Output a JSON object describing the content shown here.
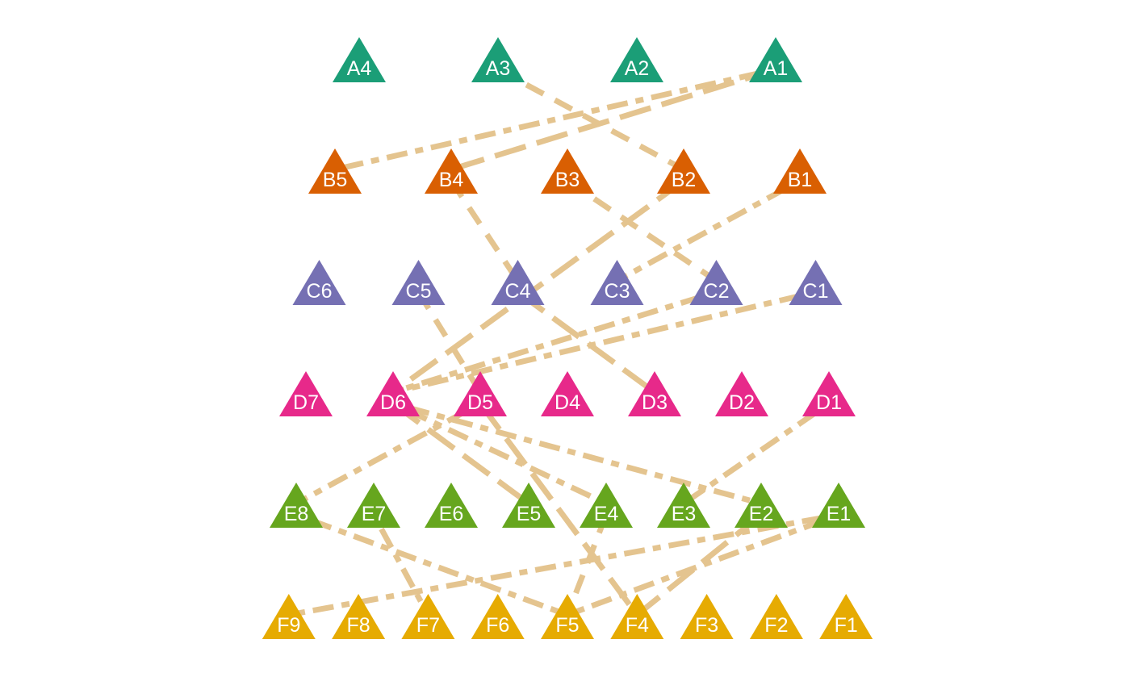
{
  "layers": [
    {
      "name": "A",
      "color": "#1b9e77",
      "nodes": [
        "A4",
        "A3",
        "A2",
        "A1"
      ]
    },
    {
      "name": "B",
      "color": "#d95f02",
      "nodes": [
        "B5",
        "B4",
        "B3",
        "B2",
        "B1"
      ]
    },
    {
      "name": "C",
      "color": "#7570b3",
      "nodes": [
        "C6",
        "C5",
        "C4",
        "C3",
        "C2",
        "C1"
      ]
    },
    {
      "name": "D",
      "color": "#e7298a",
      "nodes": [
        "D7",
        "D6",
        "D5",
        "D4",
        "D3",
        "D2",
        "D1"
      ]
    },
    {
      "name": "E",
      "color": "#66a61e",
      "nodes": [
        "E8",
        "E7",
        "E6",
        "E5",
        "E4",
        "E3",
        "E2",
        "E1"
      ]
    },
    {
      "name": "F",
      "color": "#e6ab02",
      "nodes": [
        "F9",
        "F8",
        "F7",
        "F6",
        "F5",
        "F4",
        "F3",
        "F2",
        "F1"
      ]
    }
  ],
  "edge_color": "#e4c48f",
  "edges": [
    {
      "from": "A3",
      "to": "B2",
      "style": "dashed"
    },
    {
      "from": "A1",
      "to": "B4",
      "style": "longdash"
    },
    {
      "from": "A1",
      "to": "B5",
      "style": "dotdash"
    },
    {
      "from": "B4",
      "to": "C4",
      "style": "dashed"
    },
    {
      "from": "B3",
      "to": "C2",
      "style": "dashed"
    },
    {
      "from": "B2",
      "to": "D6",
      "style": "longdash"
    },
    {
      "from": "B1",
      "to": "C3",
      "style": "dotdash"
    },
    {
      "from": "C4",
      "to": "D3",
      "style": "longdash"
    },
    {
      "from": "C2",
      "to": "D6",
      "style": "dotdash"
    },
    {
      "from": "C1",
      "to": "D6",
      "style": "dotdash"
    },
    {
      "from": "C5",
      "to": "D5",
      "style": "dashed"
    },
    {
      "from": "D6",
      "to": "E5",
      "style": "longdash"
    },
    {
      "from": "D6",
      "to": "E4",
      "style": "dotdash"
    },
    {
      "from": "D6",
      "to": "E2",
      "style": "dotdash"
    },
    {
      "from": "D5",
      "to": "E8",
      "style": "dotdash"
    },
    {
      "from": "D5",
      "to": "F4",
      "style": "longdash"
    },
    {
      "from": "D1",
      "to": "E3",
      "style": "dotdash"
    },
    {
      "from": "E8",
      "to": "F5",
      "style": "dotdash"
    },
    {
      "from": "E7",
      "to": "F7",
      "style": "dotdash"
    },
    {
      "from": "E4",
      "to": "F5",
      "style": "dashed"
    },
    {
      "from": "E2",
      "to": "F4",
      "style": "longdash"
    },
    {
      "from": "E1",
      "to": "F9",
      "style": "dotdash"
    },
    {
      "from": "E1",
      "to": "F5",
      "style": "dotdash"
    }
  ]
}
